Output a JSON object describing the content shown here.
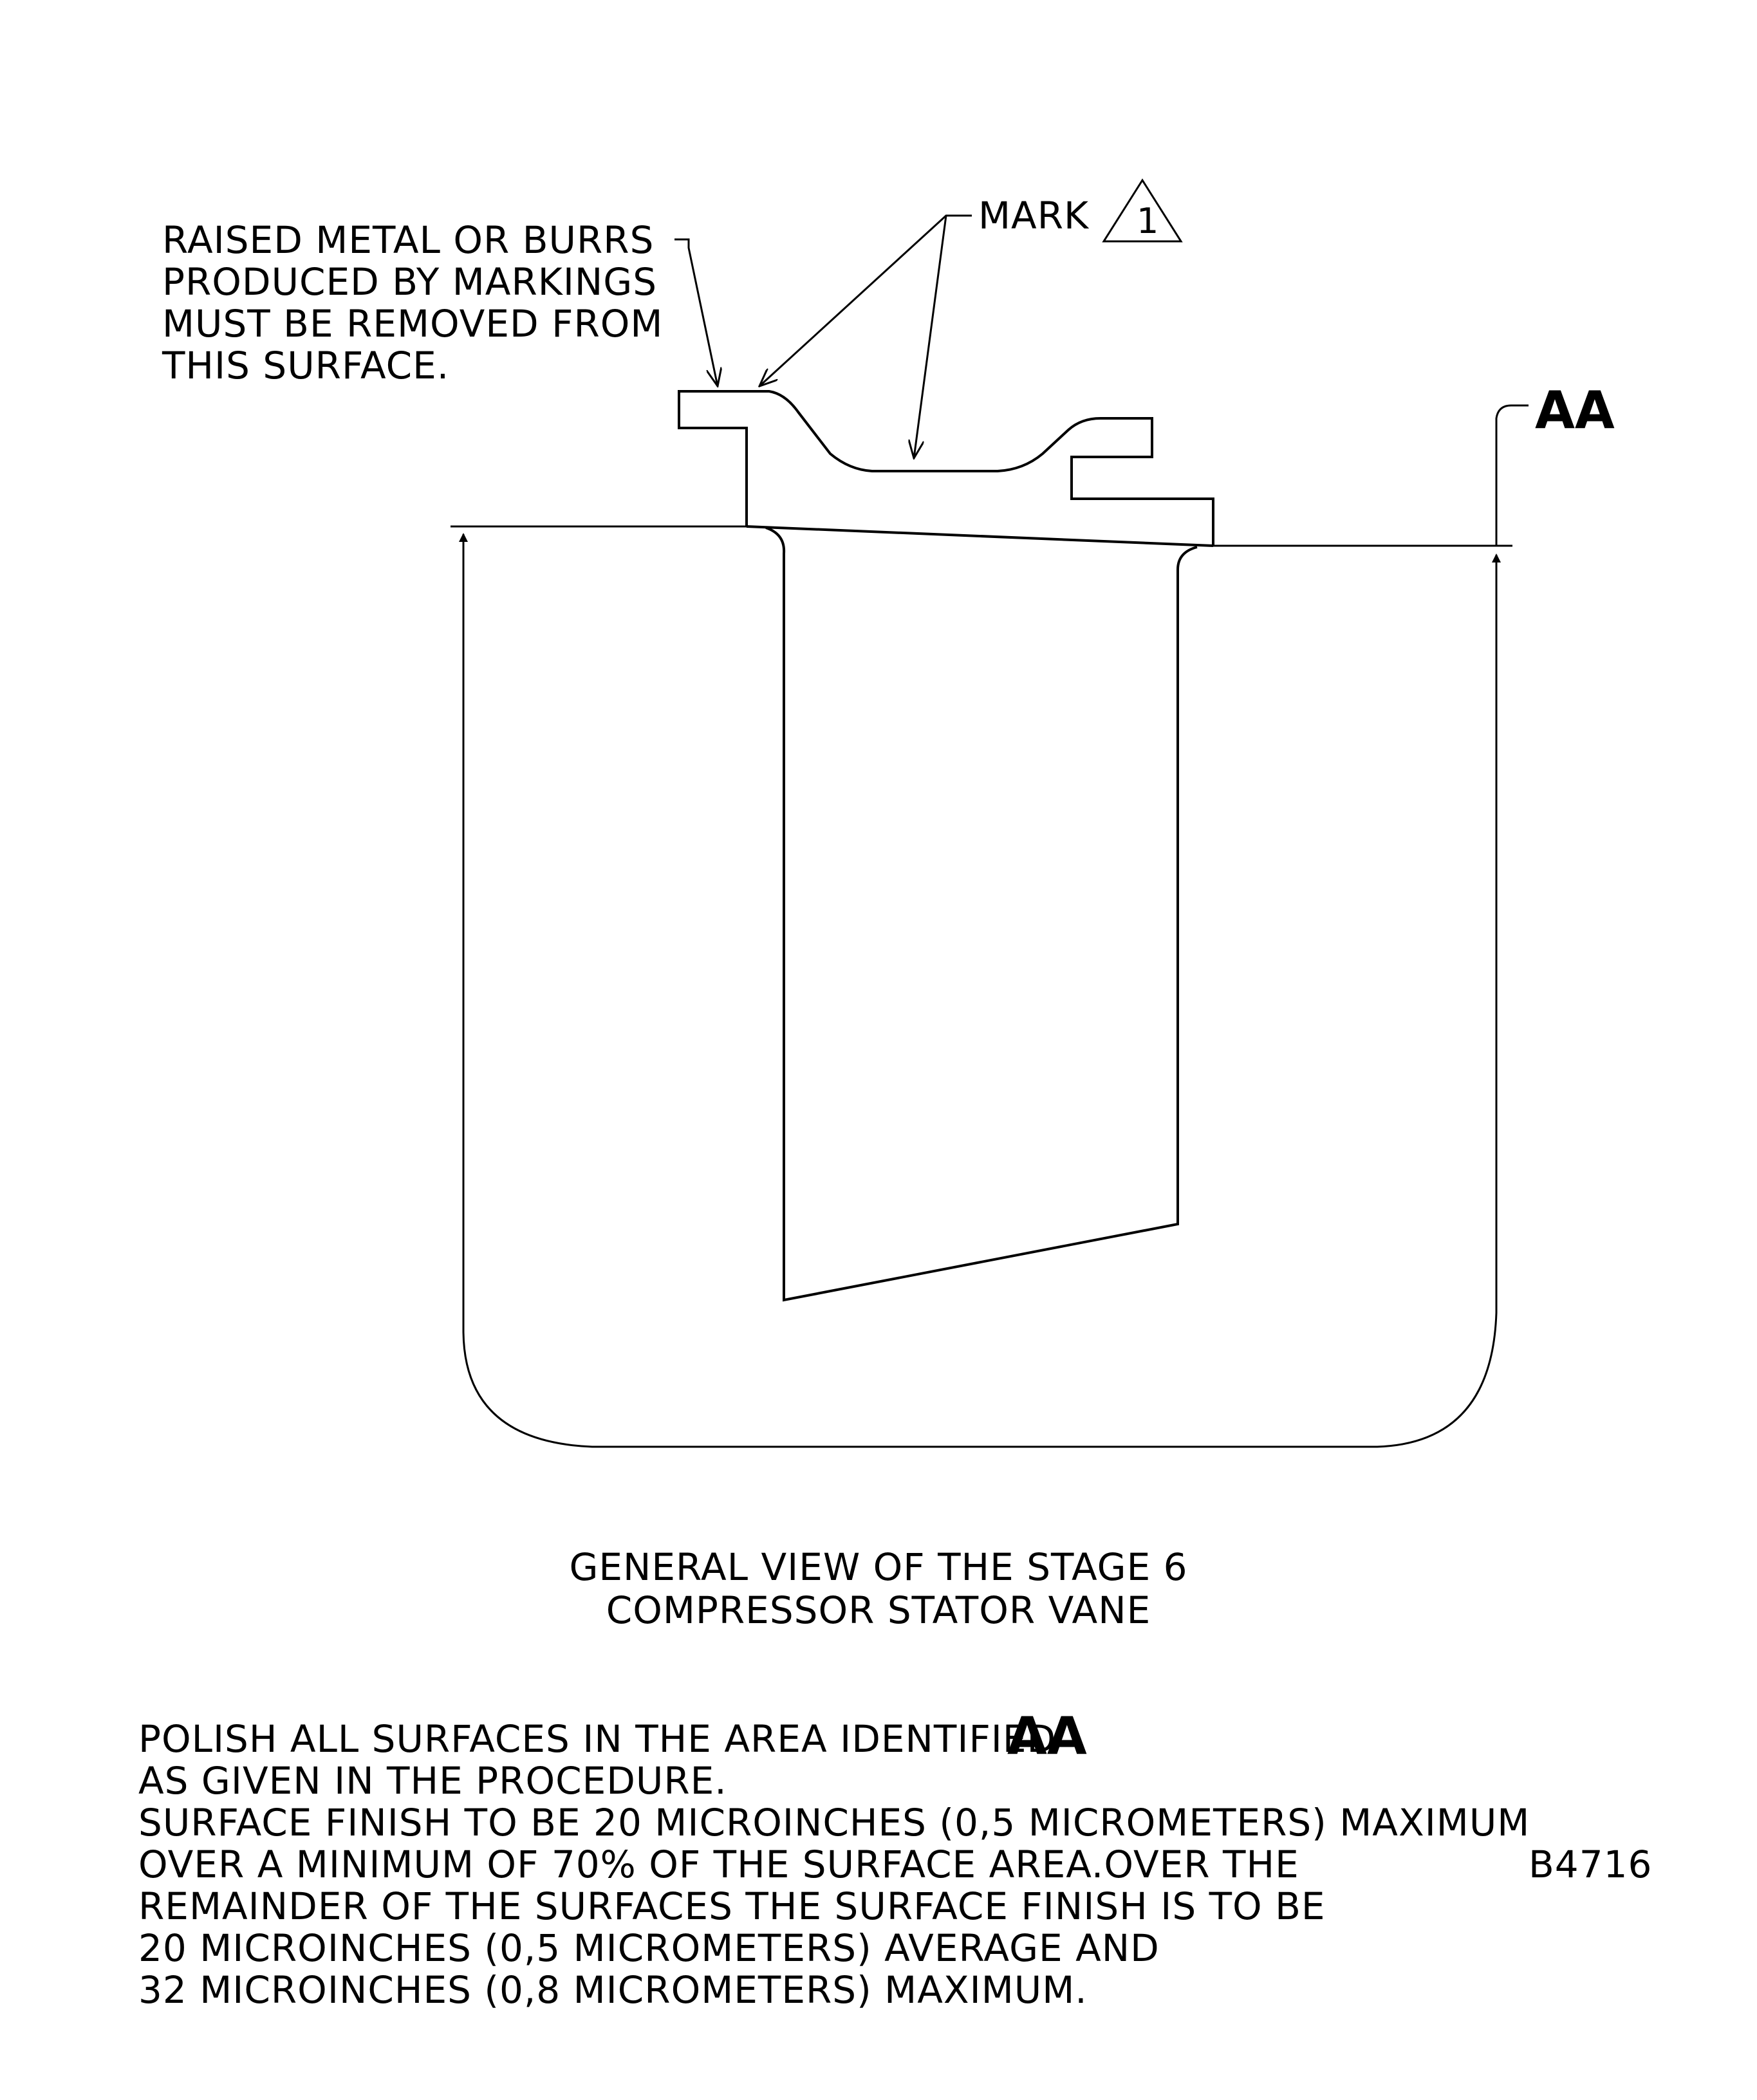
{
  "callouts": {
    "burr_note": [
      "RAISED METAL OR BURRS",
      "PRODUCED BY MARKINGS",
      "MUST BE REMOVED FROM",
      "THIS SURFACE."
    ],
    "mark_label": "MARK",
    "mark_symbol": "1",
    "area_label": "AA"
  },
  "caption": {
    "line1": "GENERAL VIEW OF THE STAGE 6",
    "line2": "COMPRESSOR STATOR VANE"
  },
  "instructions": {
    "line1_text": "POLISH ALL SURFACES IN THE AREA IDENTIFIED",
    "line1_area": "AA",
    "lines": [
      "AS GIVEN IN THE PROCEDURE.",
      "SURFACE FINISH TO BE 20 MICROINCHES (0,5 MICROMETERS) MAXIMUM",
      "OVER A MINIMUM OF 70% OF THE SURFACE AREA.OVER THE",
      "REMAINDER OF THE SURFACES THE SURFACE FINISH IS TO BE",
      "20 MICROINCHES (0,5 MICROMETERS) AVERAGE AND",
      "32 MICROINCHES (0,8 MICROMETERS) MAXIMUM."
    ]
  },
  "figure_id": "B4716"
}
